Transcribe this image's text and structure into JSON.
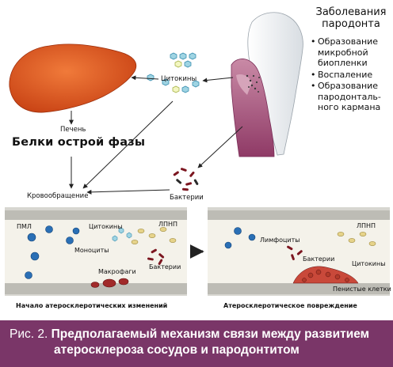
{
  "disease": {
    "title_line1": "Заболевания",
    "title_line2": "пародонта",
    "items": [
      {
        "text": "Образование\nмикробной\nбиопленки"
      },
      {
        "text": "Воспаление"
      },
      {
        "text": "Образование\nпародонталь-\nного кармана"
      }
    ]
  },
  "labels": {
    "cytokines_top": "Цитокины",
    "liver": "Печень",
    "acute_phase": "Белки острой фазы",
    "circulation": "Кровообращение",
    "bacteria_top": "Бактерии"
  },
  "panel_left": {
    "pml": "ПМЛ",
    "cytokines": "Цитокины",
    "ldl": "ЛПНП",
    "monocytes": "Моноциты",
    "bacteria": "Бактерии",
    "macrophages": "Макрофаги",
    "caption": "Начало атеросклеротических изменений"
  },
  "panel_right": {
    "lymphocytes": "Лимфоциты",
    "ldl": "ЛПНП",
    "bacteria": "Бактерии",
    "cytokines": "Цитокины",
    "foam": "Пенистые клетки",
    "caption": "Атеросклеротическое повреждение"
  },
  "figure_caption": {
    "prefix": "Рис. 2.",
    "line1": "Предполагаемый механизм связи между развитием",
    "line2": "атеросклероза сосудов и пародонтитом"
  },
  "colors": {
    "liver": "#e0541c",
    "caption_band": "#7a3668",
    "vessel_wall": "#c9c9c4",
    "vessel_lumen": "#f2efe6",
    "cytokine_hex": "#7fc6d8",
    "bacteria": "#7c1620",
    "monocyte": "#2a6fb5"
  }
}
